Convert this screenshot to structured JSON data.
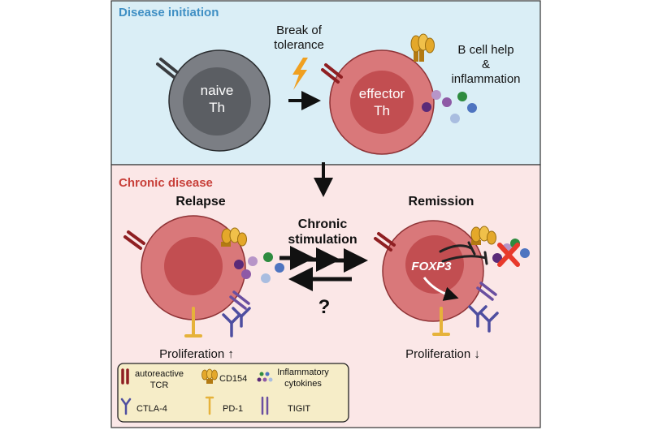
{
  "panels": {
    "initiation_title": "Disease initiation",
    "chronic_title": "Chronic disease"
  },
  "initiation": {
    "break_line1": "Break of",
    "break_line2": "tolerance",
    "naive_line1": "naive",
    "naive_line2": "Th",
    "effector_line1": "effector",
    "effector_line2": "Th",
    "help_line1": "B cell help",
    "help_line2": "&",
    "help_line3": "inflammation"
  },
  "chronic": {
    "relapse_title": "Relapse",
    "remission_title": "Remission",
    "stim_line1": "Chronic",
    "stim_line2": "stimulation",
    "question": "?",
    "foxp3": "FOXP3",
    "prolif_up": "Proliferation ↑",
    "prolif_down": "Proliferation ↓"
  },
  "legend": {
    "tcr_line1": "autoreactive",
    "tcr_line2": "TCR",
    "cd154": "CD154",
    "cytokines_line1": "Inflammatory",
    "cytokines_line2": "cytokines",
    "ctla4": "CTLA-4",
    "pd1": "PD-1",
    "tigit": "TIGIT"
  },
  "colors": {
    "top_panel_bg": "#daeef6",
    "bottom_panel_bg": "#fbe7e7",
    "initiation_title": "#3f8fc4",
    "chronic_title": "#c8403a",
    "cell_outer": "#d9787a",
    "cell_inner": "#c24e51",
    "naive_outer": "#7b7e84",
    "naive_inner": "#5b5e63",
    "legend_bg": "#f6edc8",
    "cd154": "#e4a82a",
    "ctla4": "#4e4ea0",
    "pd1": "#e6b23a",
    "tigit": "#6a4fa0",
    "tcr": "#8f1f22",
    "red_x": "#e8392b"
  }
}
